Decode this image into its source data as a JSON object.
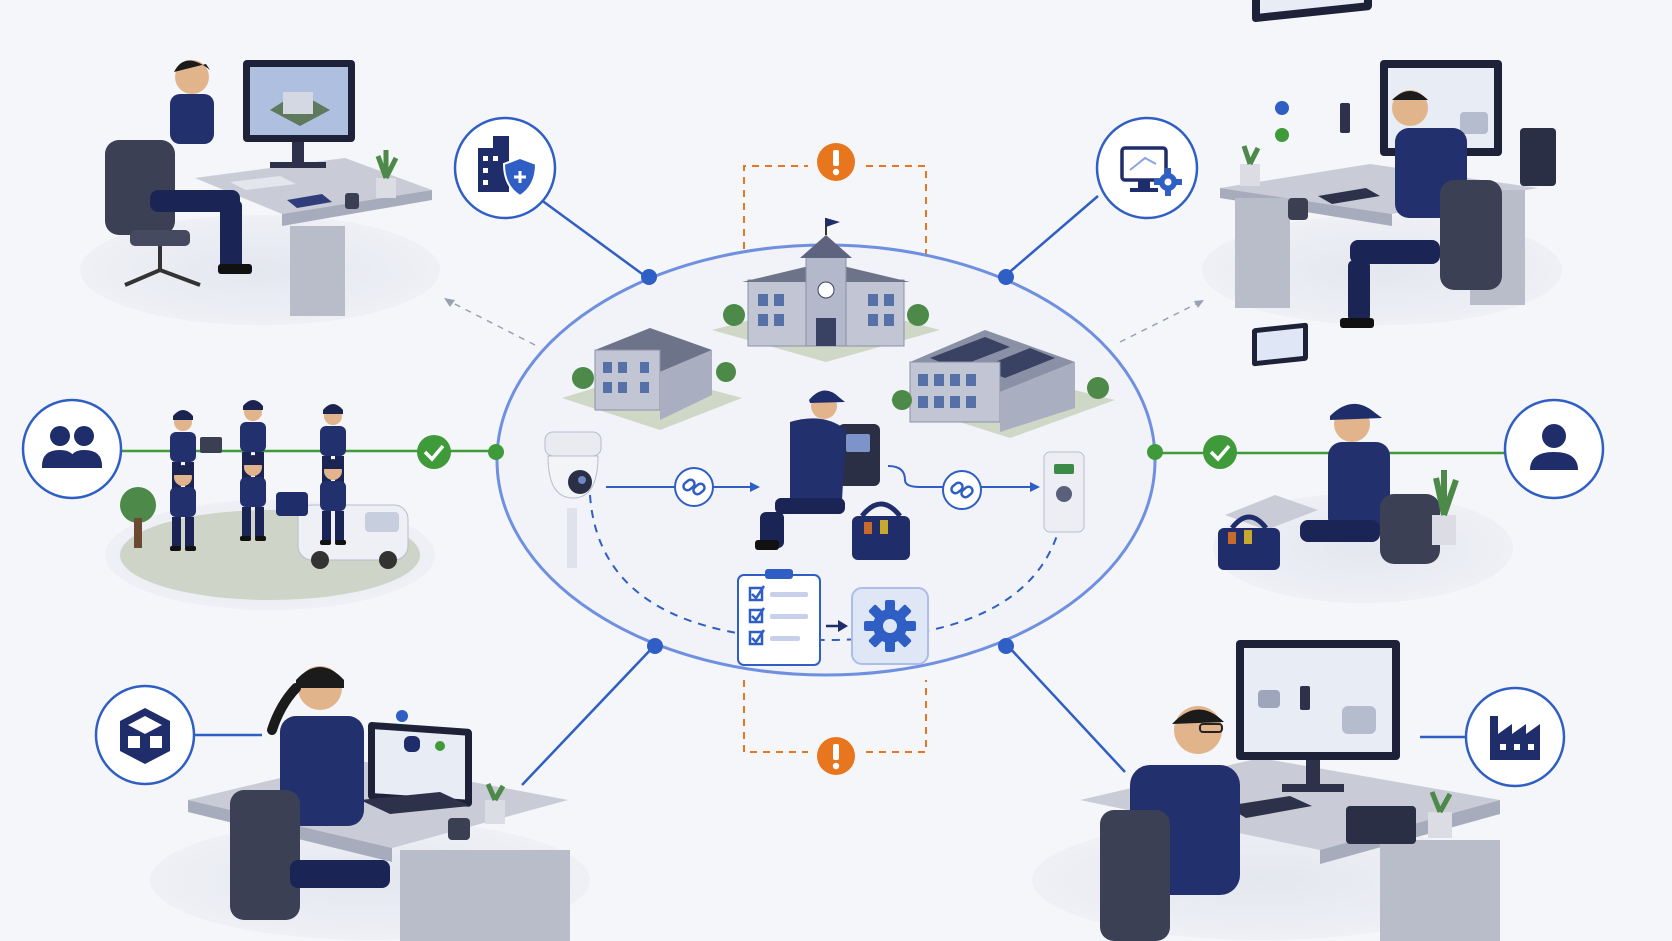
{
  "palette": {
    "background": "#f5f6f9",
    "navy": "#1f2d6b",
    "blue": "#2f5fc4",
    "ring": "#6f8fe0",
    "green": "#3f9a3a",
    "orange": "#e8761e",
    "grey": "#9aa1b5",
    "desk": "#c9ccd6",
    "floor": "#e7e9f0"
  },
  "hub": {
    "buildings": [
      "school-building",
      "office-building-left",
      "office-building-right"
    ],
    "technician": "kneeling-technician-with-access-panel",
    "devices": [
      "dome-camera",
      "door-controller"
    ],
    "link_icons": [
      "link-icon",
      "link-icon"
    ],
    "checklist_icon": "checklist-icon",
    "settings_icon": "gear-icon",
    "alert_icons": [
      "alert-icon",
      "alert-icon"
    ]
  },
  "nodes": [
    {
      "id": "top-left",
      "scene": "analyst-at-desk-viewing-site-map",
      "badge_icon": "secure-building-icon"
    },
    {
      "id": "top-right",
      "scene": "operator-at-dual-monitors",
      "badge_icon": "monitor-settings-icon"
    },
    {
      "id": "mid-left",
      "scene": "field-team-with-van",
      "badge_icon": "team-icon",
      "status_icon": "check-icon"
    },
    {
      "id": "mid-right",
      "scene": "technician-with-laptop-and-toolbox",
      "badge_icon": "user-icon",
      "status_icon": "check-icon"
    },
    {
      "id": "bottom-left",
      "scene": "engineer-with-laptop-data-flow",
      "badge_icon": "integration-cube-icon"
    },
    {
      "id": "bottom-right",
      "scene": "engineer-reviewing-device-catalog",
      "badge_icon": "factory-icon"
    }
  ]
}
